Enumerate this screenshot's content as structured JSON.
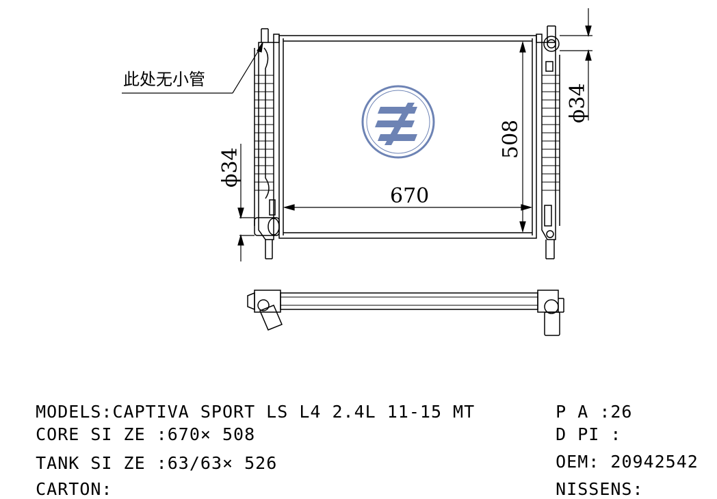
{
  "drawing": {
    "annotation_note": "此处无小管",
    "dim_width": "670",
    "dim_height": "508",
    "dim_inlet": "ϕ34",
    "dim_outlet": "ϕ34"
  },
  "specs": {
    "models_label": "MODELS:",
    "models_value": "CAPTIVA SPORT LS L4 2.4L 11-15 MT",
    "core_label": "CORE SI ZE :",
    "core_value": "670× 508",
    "tank_label": "TANK SI ZE :",
    "tank_value": "63/63× 526",
    "carton_label": "CARTON:",
    "carton_value": "",
    "pa_label": "P A :",
    "pa_value": "26",
    "dpi_label": "D PI :",
    "dpi_value": "",
    "oem_label": "OEM:",
    "oem_value": "20942542",
    "nissens_label": "NISSENS:",
    "nissens_value": ""
  },
  "colors": {
    "line": "#000000",
    "logo": "#3d5a9c"
  },
  "icons": {
    "logo": "brand-logo-icon"
  }
}
